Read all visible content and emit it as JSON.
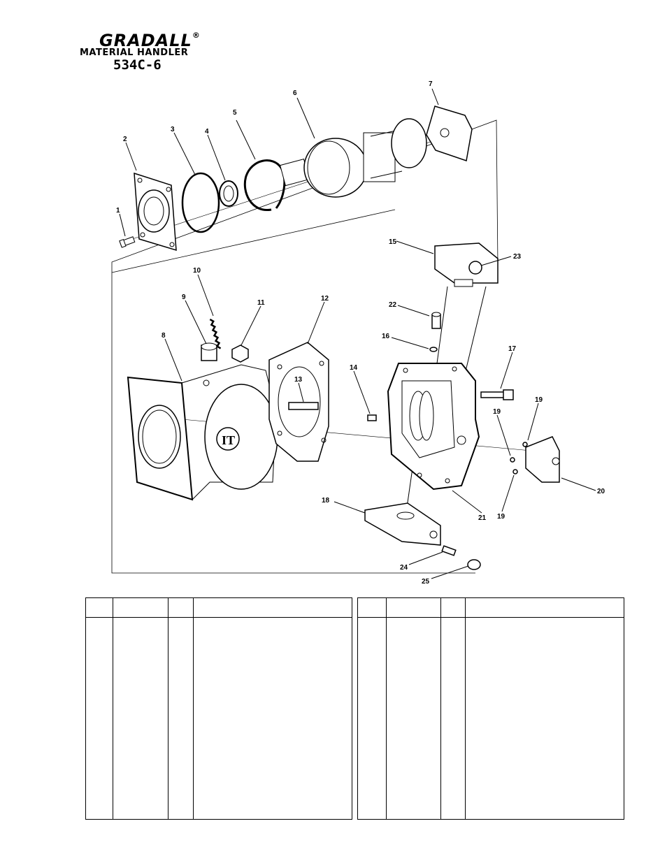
{
  "header": {
    "brand": "GRADALL",
    "registered_mark": "®",
    "subtitle": "MATERIAL HANDLER",
    "model": "534C-6"
  },
  "callouts": [
    "1",
    "2",
    "3",
    "4",
    "5",
    "6",
    "7",
    "8",
    "9",
    "10",
    "11",
    "12",
    "13",
    "14",
    "15",
    "16",
    "17",
    "18",
    "19",
    "19",
    "19",
    "20",
    "21",
    "22",
    "23",
    "24",
    "25"
  ],
  "tables": {
    "left": {
      "headers": [
        "",
        "",
        "",
        ""
      ],
      "rows": []
    },
    "right": {
      "headers": [
        "",
        "",
        "",
        ""
      ],
      "rows": []
    }
  }
}
